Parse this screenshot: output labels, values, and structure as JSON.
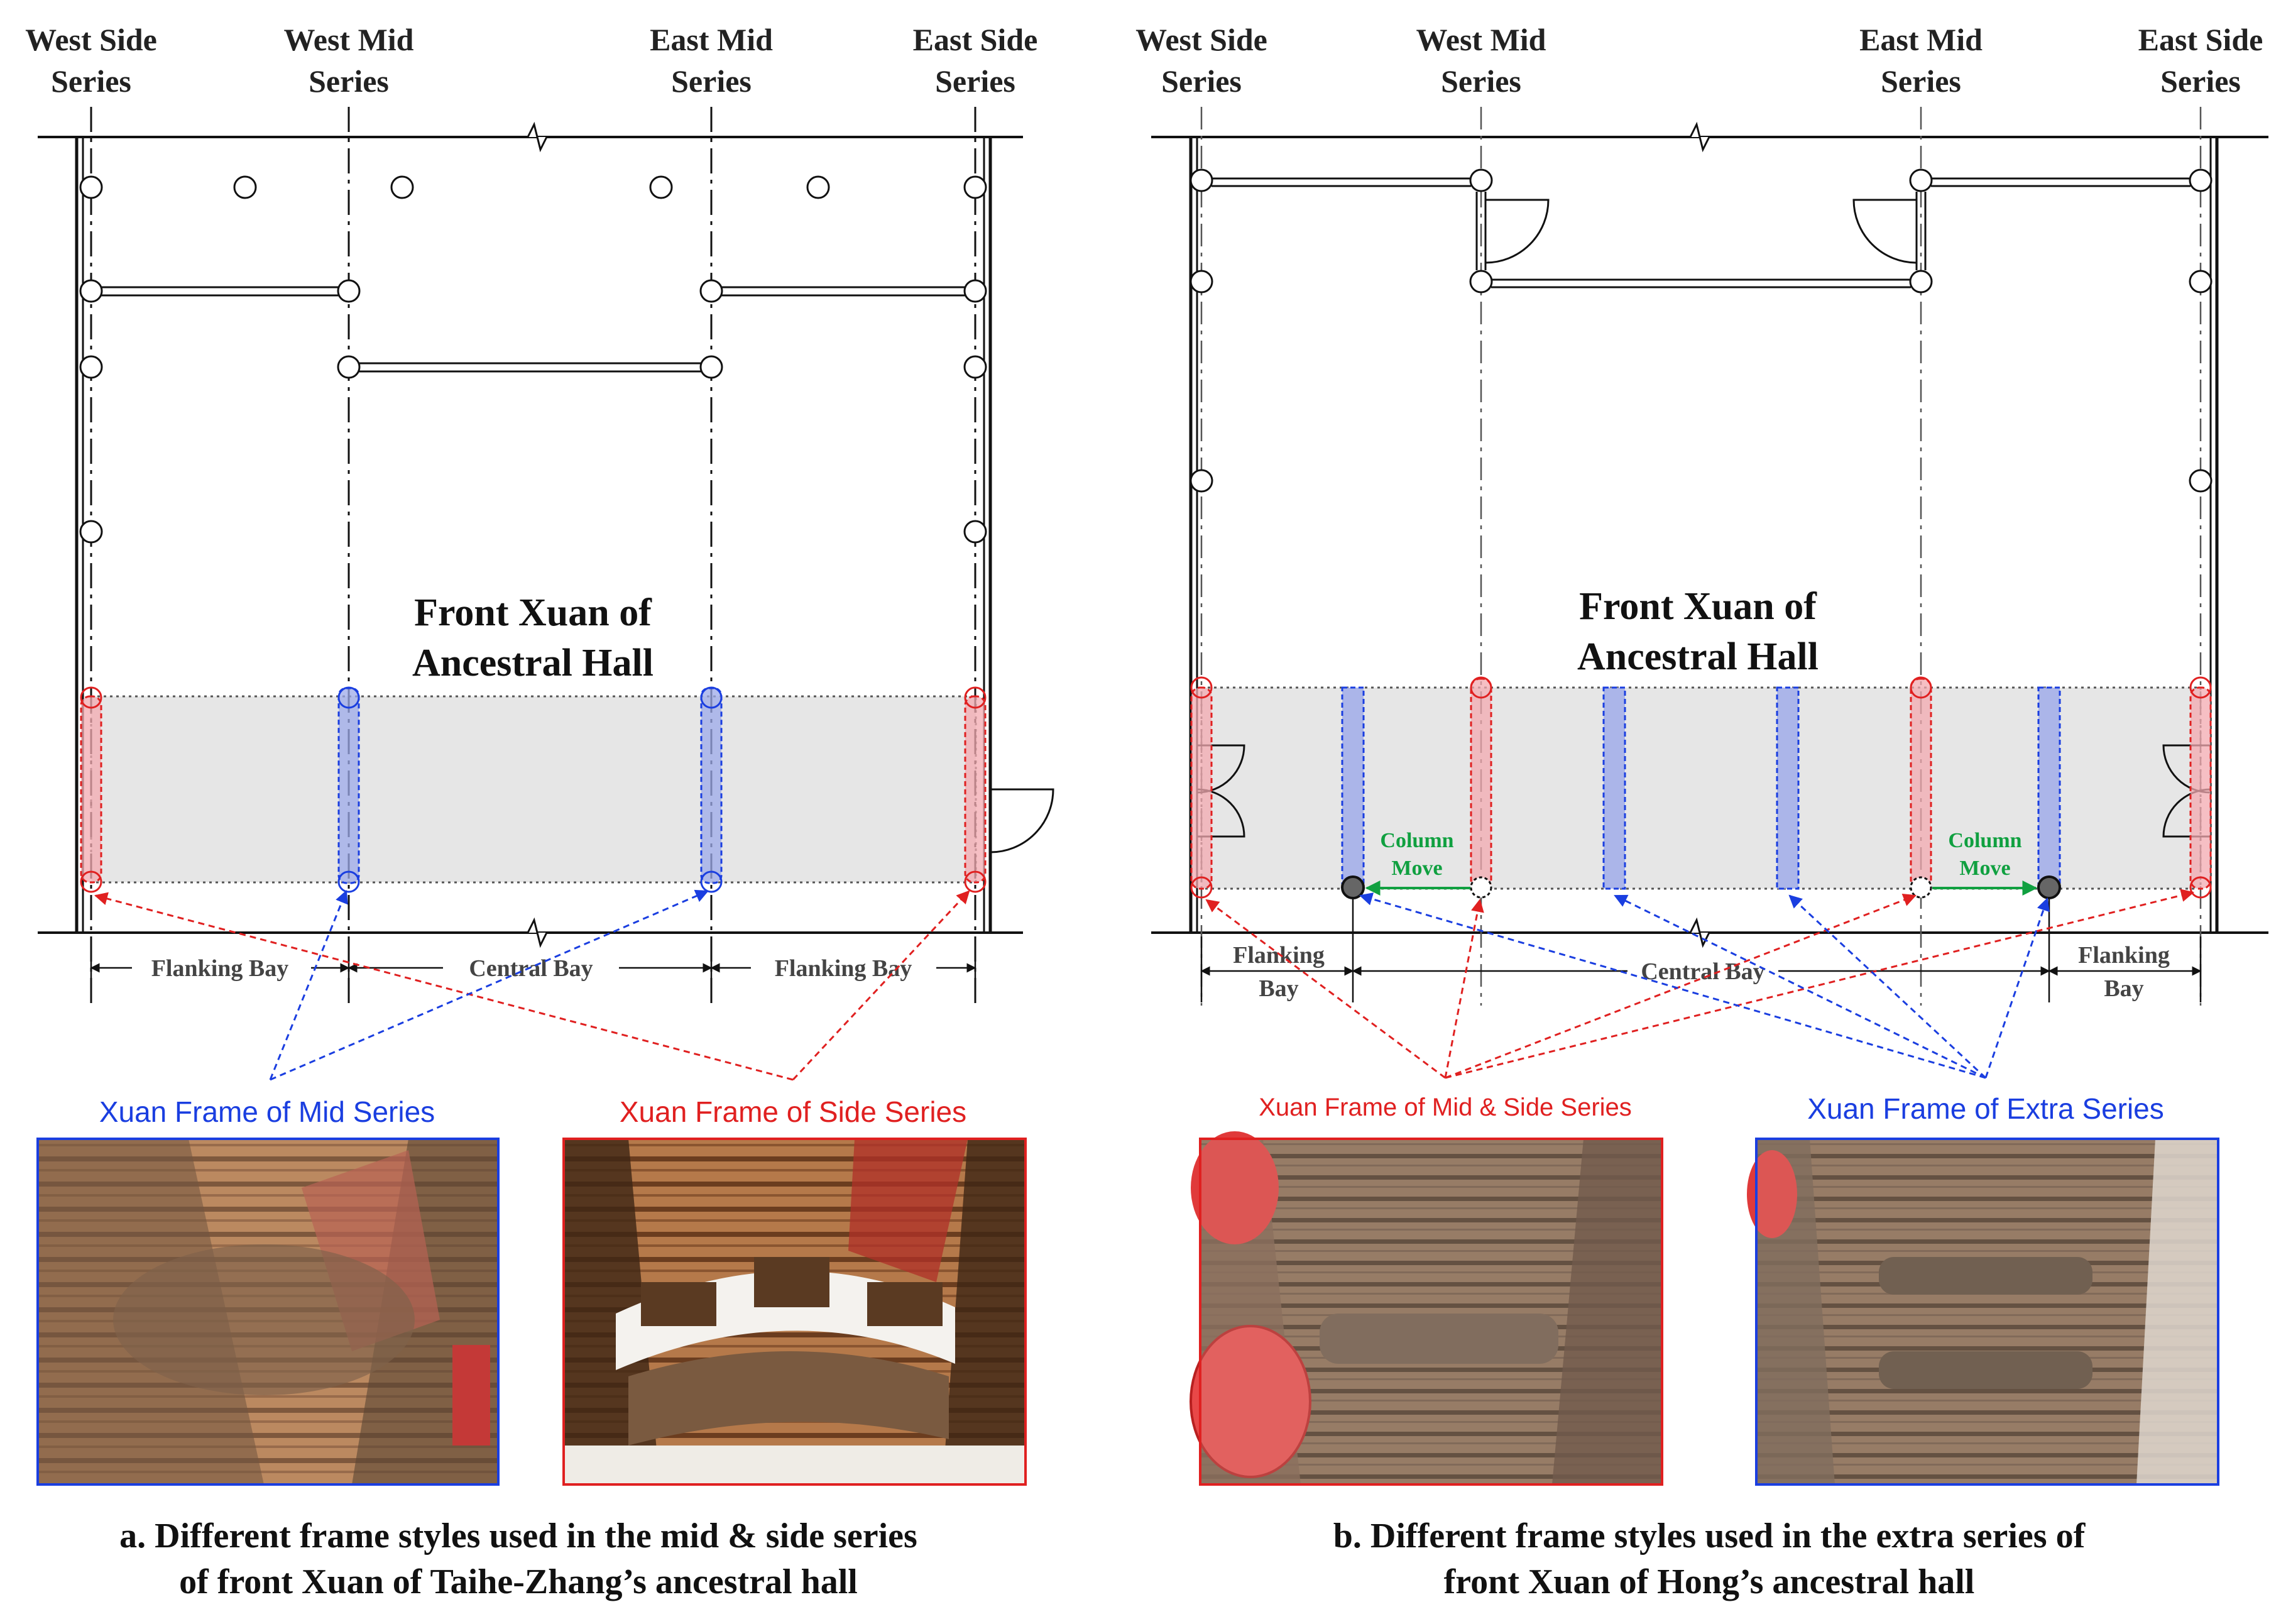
{
  "colors": {
    "red": "#e02020",
    "blue": "#1a3ee0",
    "green": "#10a040",
    "shade": "#e6e6e6",
    "ink": "#111111",
    "dim": "#444444"
  },
  "panel_a": {
    "series": {
      "west_side_1": "West Side",
      "west_side_2": "Series",
      "west_mid_1": "West Mid",
      "west_mid_2": "Series",
      "east_mid_1": "East Mid",
      "east_mid_2": "Series",
      "east_side_1": "East Side",
      "east_side_2": "Series"
    },
    "title_1": "Front Xuan of",
    "title_2": "Ancestral Hall",
    "bays": {
      "flank_left": "Flanking Bay",
      "central": "Central Bay",
      "flank_right": "Flanking Bay"
    },
    "legend_mid": "Xuan Frame of Mid Series",
    "legend_side": "Xuan Frame of Side Series",
    "caption_1": "a. Different frame styles used in the mid & side series",
    "caption_2": "of front Xuan of Taihe-Zhang’s ancestral hall",
    "photo_mid": "ceiling-photo-mid-series",
    "photo_side": "ceiling-photo-side-series"
  },
  "panel_b": {
    "series": {
      "west_side_1": "West Side",
      "west_side_2": "Series",
      "west_mid_1": "West Mid",
      "west_mid_2": "Series",
      "east_mid_1": "East Mid",
      "east_mid_2": "Series",
      "east_side_1": "East Side",
      "east_side_2": "Series"
    },
    "title_1": "Front Xuan of",
    "title_2": "Ancestral Hall",
    "column_move_1": "Column",
    "column_move_2": "Move",
    "bays": {
      "flank_left_1": "Flanking",
      "flank_left_2": "Bay",
      "central": "Central Bay",
      "flank_right_1": "Flanking",
      "flank_right_2": "Bay"
    },
    "legend_mid_side": "Xuan Frame of Mid & Side Series",
    "legend_extra": "Xuan Frame of Extra Series",
    "caption_1": "b. Different frame styles used in the extra series of",
    "caption_2": "front Xuan of Hong’s ancestral hall",
    "photo_mid_side": "ceiling-photo-mid-side-series",
    "photo_extra": "ceiling-photo-extra-series"
  }
}
